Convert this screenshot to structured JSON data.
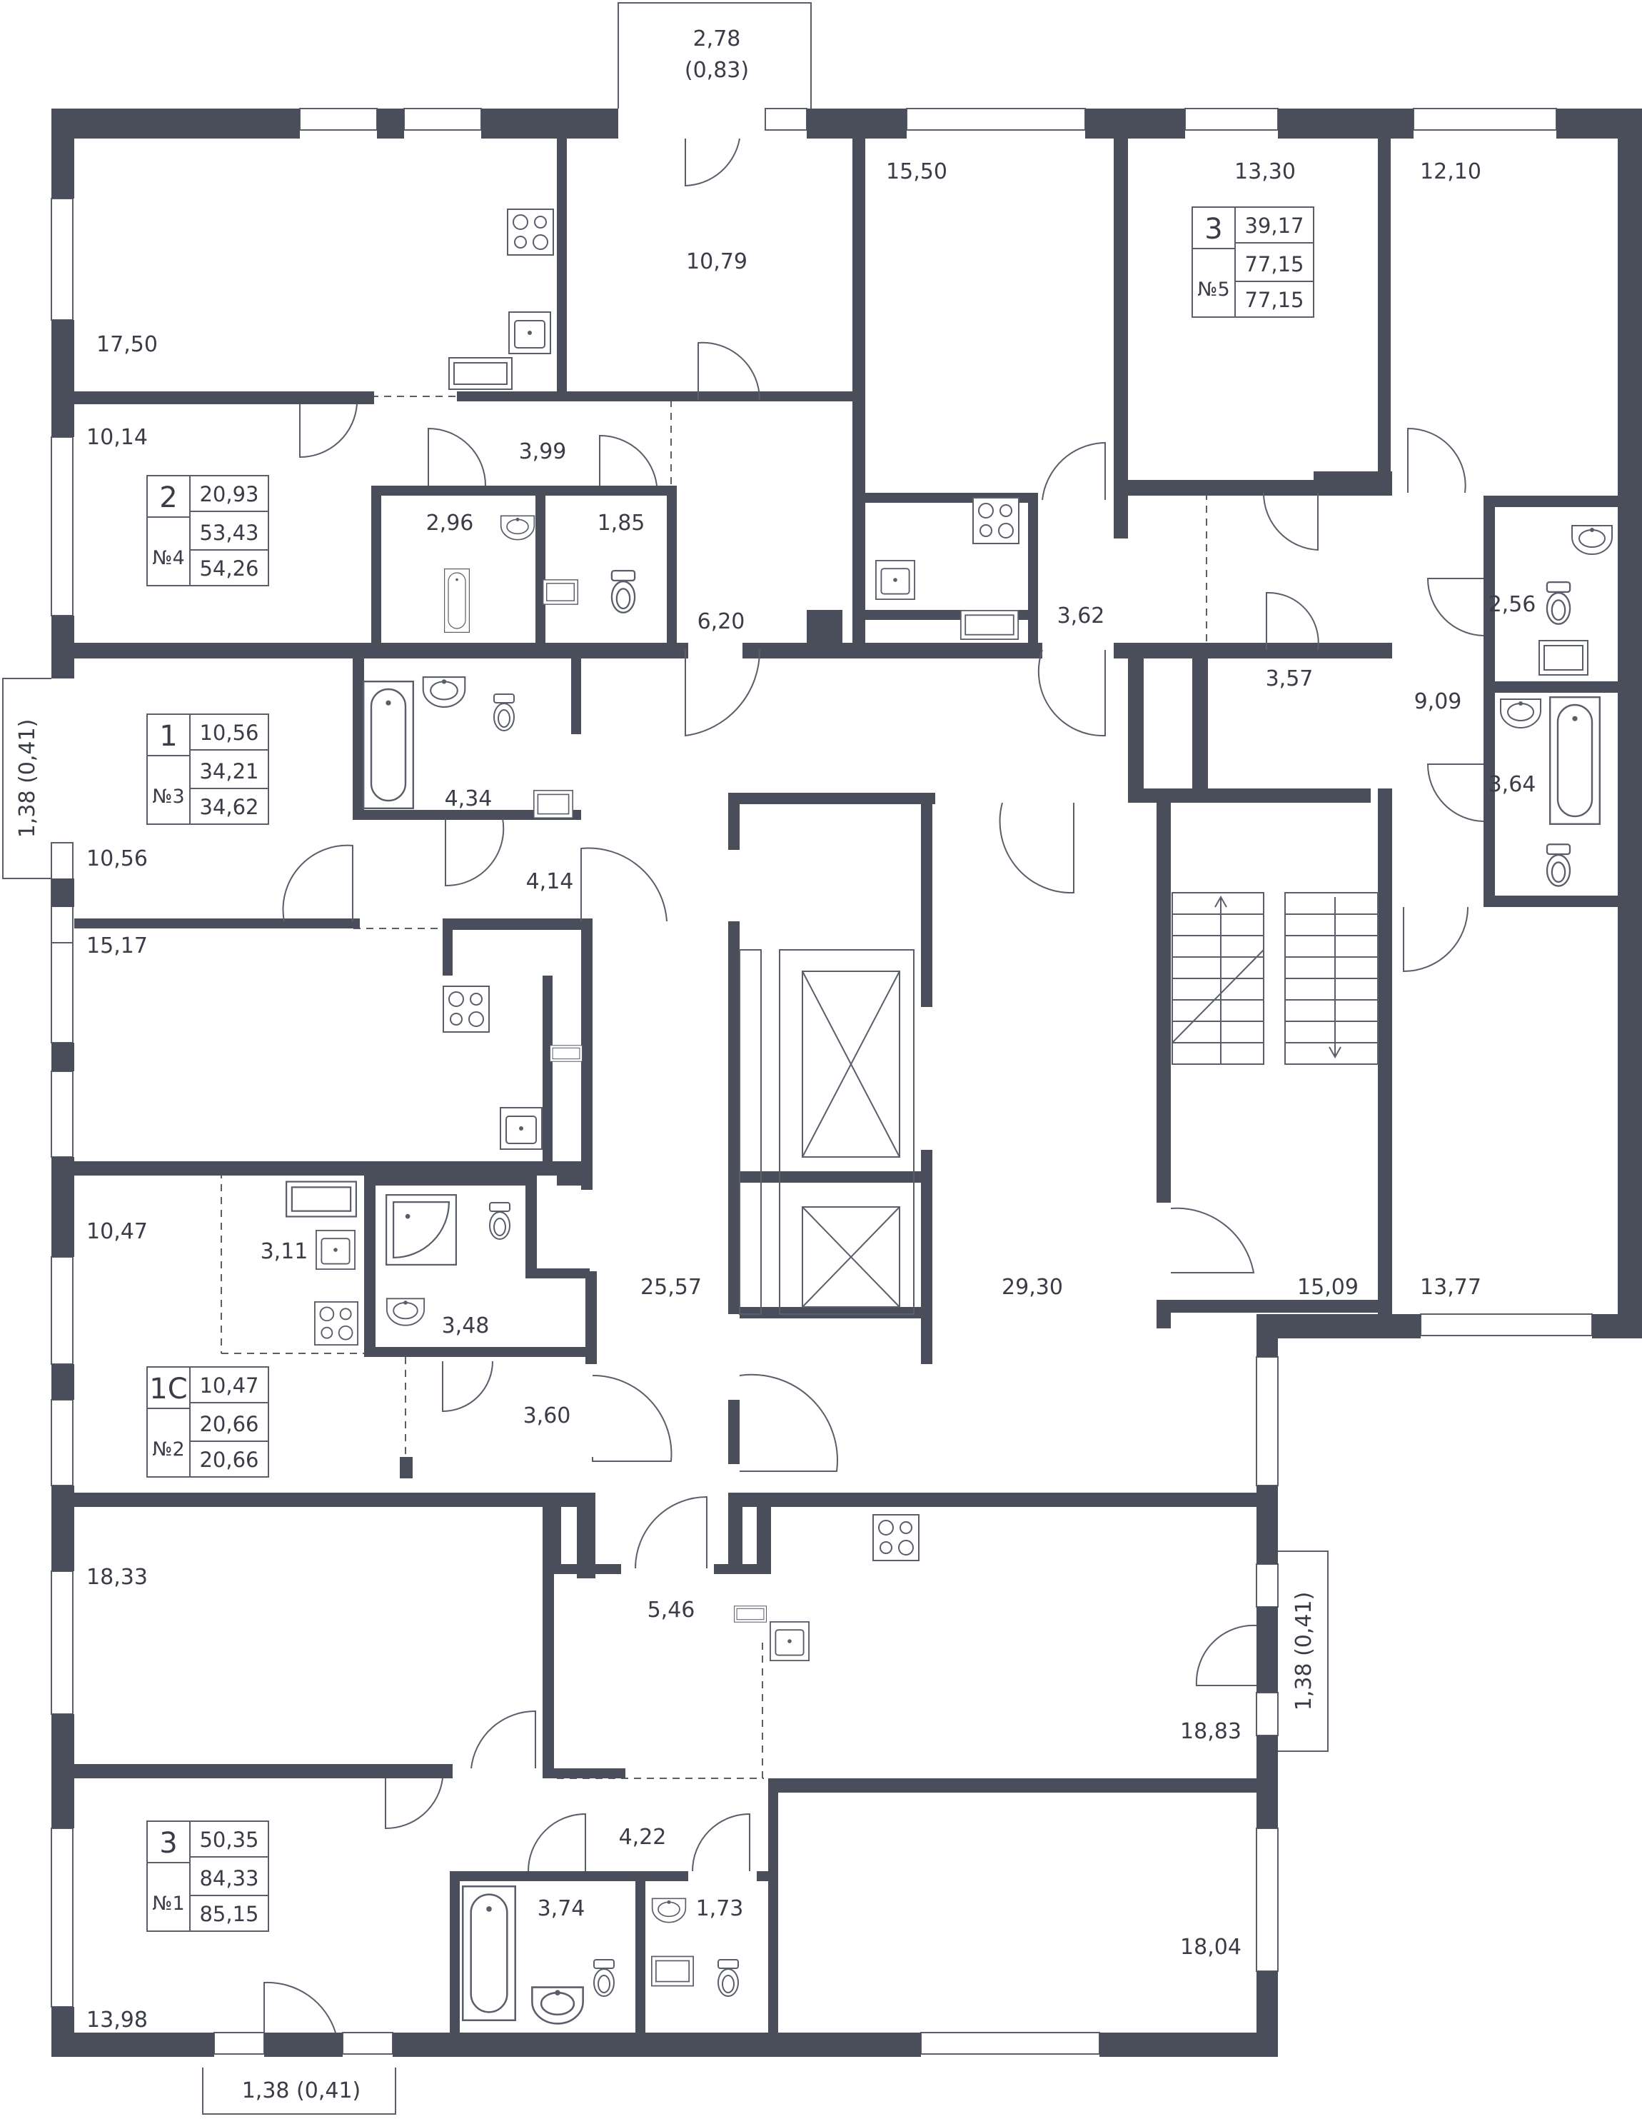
{
  "colors": {
    "wall": "#4a4e5a",
    "line": "#5a5e6a",
    "text": "#3a3d47",
    "background": "#ffffff"
  },
  "balconies": {
    "top": {
      "area": "2,78",
      "area_reduced": "(0,83)"
    },
    "left": {
      "text": "1,38  (0,41)"
    },
    "right": {
      "text": "1,38  (0,41)"
    },
    "bottom": {
      "text": "1,38  (0,41)"
    }
  },
  "rooms": [
    {
      "label": "17,50"
    },
    {
      "label": "10,79"
    },
    {
      "label": "15,50"
    },
    {
      "label": "13,30"
    },
    {
      "label": "12,10"
    },
    {
      "label": "10,14"
    },
    {
      "label": "3,99"
    },
    {
      "label": "2,96"
    },
    {
      "label": "1,85"
    },
    {
      "label": "6,20"
    },
    {
      "label": "3,62"
    },
    {
      "label": "3,57"
    },
    {
      "label": "2,56"
    },
    {
      "label": "9,09"
    },
    {
      "label": "3,64"
    },
    {
      "label": "10,56"
    },
    {
      "label": "4,34"
    },
    {
      "label": "4,14"
    },
    {
      "label": "15,17"
    },
    {
      "label": "10,47"
    },
    {
      "label": "3,11"
    },
    {
      "label": "3,48"
    },
    {
      "label": "25,57"
    },
    {
      "label": "29,30"
    },
    {
      "label": "15,09"
    },
    {
      "label": "13,77"
    },
    {
      "label": "3,60"
    },
    {
      "label": "18,33"
    },
    {
      "label": "5,46"
    },
    {
      "label": "18,83"
    },
    {
      "label": "4,22"
    },
    {
      "label": "3,74"
    },
    {
      "label": "1,73"
    },
    {
      "label": "13,98"
    },
    {
      "label": "18,04"
    }
  ],
  "apartments": [
    {
      "rooms": "3",
      "number": "№5",
      "living": "39,17",
      "total": "77,15",
      "total_with_balcony": "77,15"
    },
    {
      "rooms": "2",
      "number": "№4",
      "living": "20,93",
      "total": "53,43",
      "total_with_balcony": "54,26"
    },
    {
      "rooms": "1",
      "number": "№3",
      "living": "10,56",
      "total": "34,21",
      "total_with_balcony": "34,62"
    },
    {
      "rooms": "1С",
      "number": "№2",
      "living": "10,47",
      "total": "20,66",
      "total_with_balcony": "20,66"
    },
    {
      "rooms": "3",
      "number": "№1",
      "living": "50,35",
      "total": "84,33",
      "total_with_balcony": "85,15"
    }
  ]
}
